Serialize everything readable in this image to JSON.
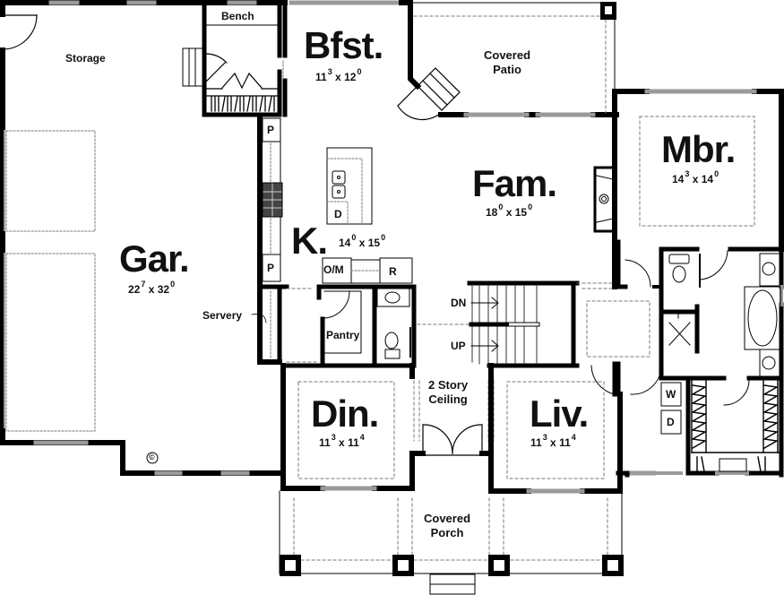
{
  "plan": {
    "type": "first floor plan",
    "colors": {
      "wall": "#000000",
      "window": "#9a9a9a",
      "dashed": "#777777",
      "background": "#ffffff"
    },
    "rooms": {
      "storage": {
        "label": "Storage"
      },
      "bench": {
        "label": "Bench"
      },
      "breakfast": {
        "label": "Bfst.",
        "w": "11",
        "w_in": "3",
        "d": "12",
        "d_in": "0"
      },
      "covered_patio": {
        "label_line1": "Covered",
        "label_line2": "Patio"
      },
      "master_bedroom": {
        "label": "Mbr.",
        "w": "14",
        "w_in": "3",
        "d": "14",
        "d_in": "0"
      },
      "family": {
        "label": "Fam.",
        "w": "18",
        "w_in": "0",
        "d": "15",
        "d_in": "0"
      },
      "kitchen": {
        "label": "K.",
        "w": "14",
        "w_in": "0",
        "d": "15",
        "d_in": "0"
      },
      "garage": {
        "label": "Gar.",
        "w": "22",
        "w_in": "7",
        "d": "32",
        "d_in": "0"
      },
      "servery": {
        "label": "Servery"
      },
      "pantry": {
        "label": "Pantry"
      },
      "dining": {
        "label": "Din.",
        "w": "11",
        "w_in": "3",
        "d": "11",
        "d_in": "4"
      },
      "two_story": {
        "label_line1": "2 Story",
        "label_line2": "Ceiling"
      },
      "living": {
        "label": "Liv.",
        "w": "11",
        "w_in": "3",
        "d": "11",
        "d_in": "4"
      },
      "covered_porch": {
        "label_line1": "Covered",
        "label_line2": "Porch"
      }
    },
    "fixtures": {
      "pantry_top": "P",
      "pantry_bottom": "P",
      "dishwasher": "D",
      "oven_microwave": "O/M",
      "refrigerator": "R",
      "washer": "W",
      "dryer": "D",
      "stairs_down": "DN",
      "stairs_up": "UP",
      "copyright": "©",
      "times": "x"
    }
  }
}
